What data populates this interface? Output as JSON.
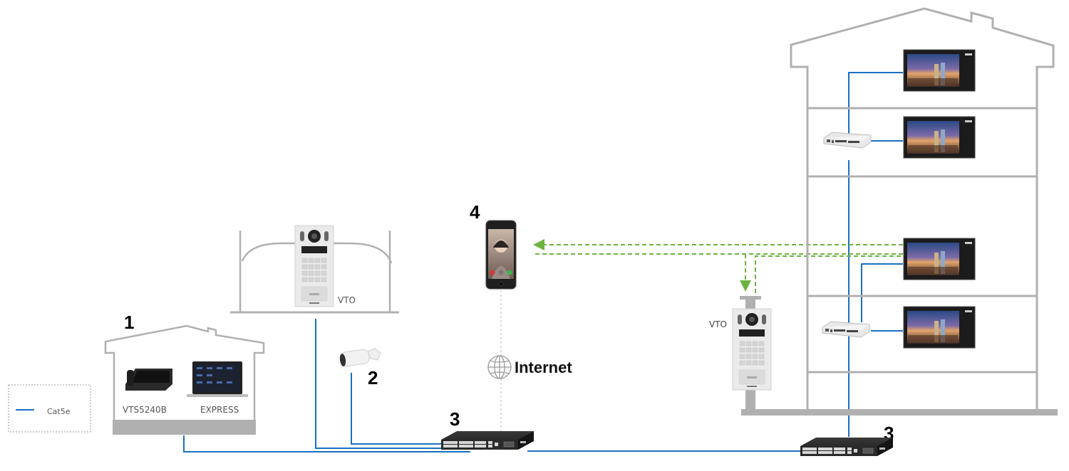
{
  "diagram": {
    "type": "network-topology",
    "title": ""
  },
  "colors": {
    "cat5e_cable": "#1a6fc4",
    "wireless_link": "#6cb33f",
    "internet_link": "#bbbbbb",
    "building_outline": "#b0b0b0"
  },
  "legend": {
    "items": [
      {
        "label": "Cat5e",
        "line_color": "#1a6fc4",
        "style": "solid"
      }
    ]
  },
  "sites": {
    "management_house": {
      "number": "1",
      "devices": [
        "VTS5240B",
        "EXPRESS"
      ]
    },
    "entrance_gate": {
      "device_label": "VTO"
    },
    "camera": {
      "number": "2"
    },
    "mobile": {
      "number": "4"
    },
    "internet": {
      "label": "Internet",
      "icon": "globe-icon"
    },
    "switch_center": {
      "number": "3"
    },
    "switch_building": {
      "number": "3"
    },
    "apartment_building": {
      "vto_label": "VTO",
      "indoor_monitors": 4,
      "poe_hubs": 2,
      "floors": 5
    }
  },
  "connections": [
    {
      "from": "VTS5240B/EXPRESS house",
      "to": "switch_center",
      "type": "Cat5e"
    },
    {
      "from": "gate VTO",
      "to": "switch_center",
      "type": "Cat5e"
    },
    {
      "from": "camera",
      "to": "switch_center",
      "type": "Cat5e"
    },
    {
      "from": "mobile",
      "to": "switch_center",
      "type": "Internet"
    },
    {
      "from": "switch_center",
      "to": "switch_building",
      "type": "Cat5e"
    },
    {
      "from": "switch_building",
      "to": "poe hubs / monitors",
      "type": "Cat5e"
    },
    {
      "from": "indoor monitor",
      "to": "mobile",
      "type": "call",
      "style": "dashed"
    },
    {
      "from": "indoor monitor",
      "to": "building VTO",
      "type": "call",
      "style": "dashed"
    },
    {
      "from": "building VTO",
      "to": "indoor monitor",
      "type": "call",
      "style": "dashed"
    }
  ]
}
